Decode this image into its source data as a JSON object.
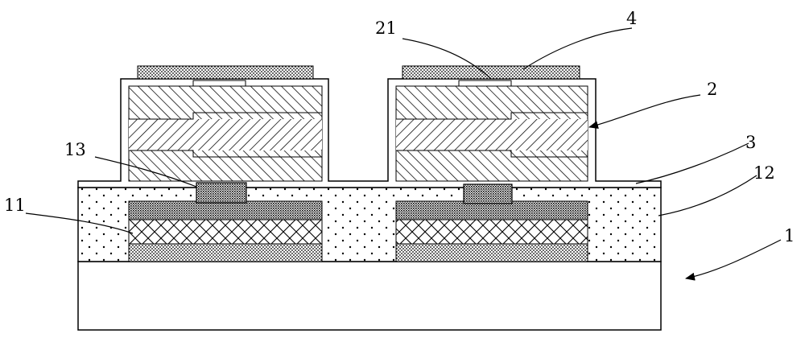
{
  "figure": {
    "labels": {
      "substrate": "1",
      "pixel_stack": "2",
      "cover_layer": "3",
      "top_electrode": "4",
      "first_layer": "11",
      "planar_layer": "12",
      "contact_block": "13",
      "stack_sublayer": "21"
    }
  },
  "colors": {
    "line": "#000000",
    "background": "#ffffff"
  }
}
